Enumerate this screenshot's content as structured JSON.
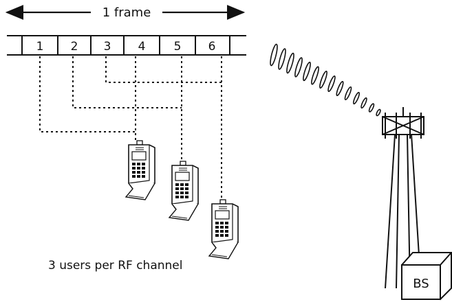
{
  "frame_label": "1 frame",
  "slots": [
    "1",
    "2",
    "3",
    "4",
    "5",
    "6"
  ],
  "caption": "3 users per RF channel",
  "base_station_label": "BS",
  "colors": {
    "ink": "#111111",
    "background": "#ffffff"
  }
}
